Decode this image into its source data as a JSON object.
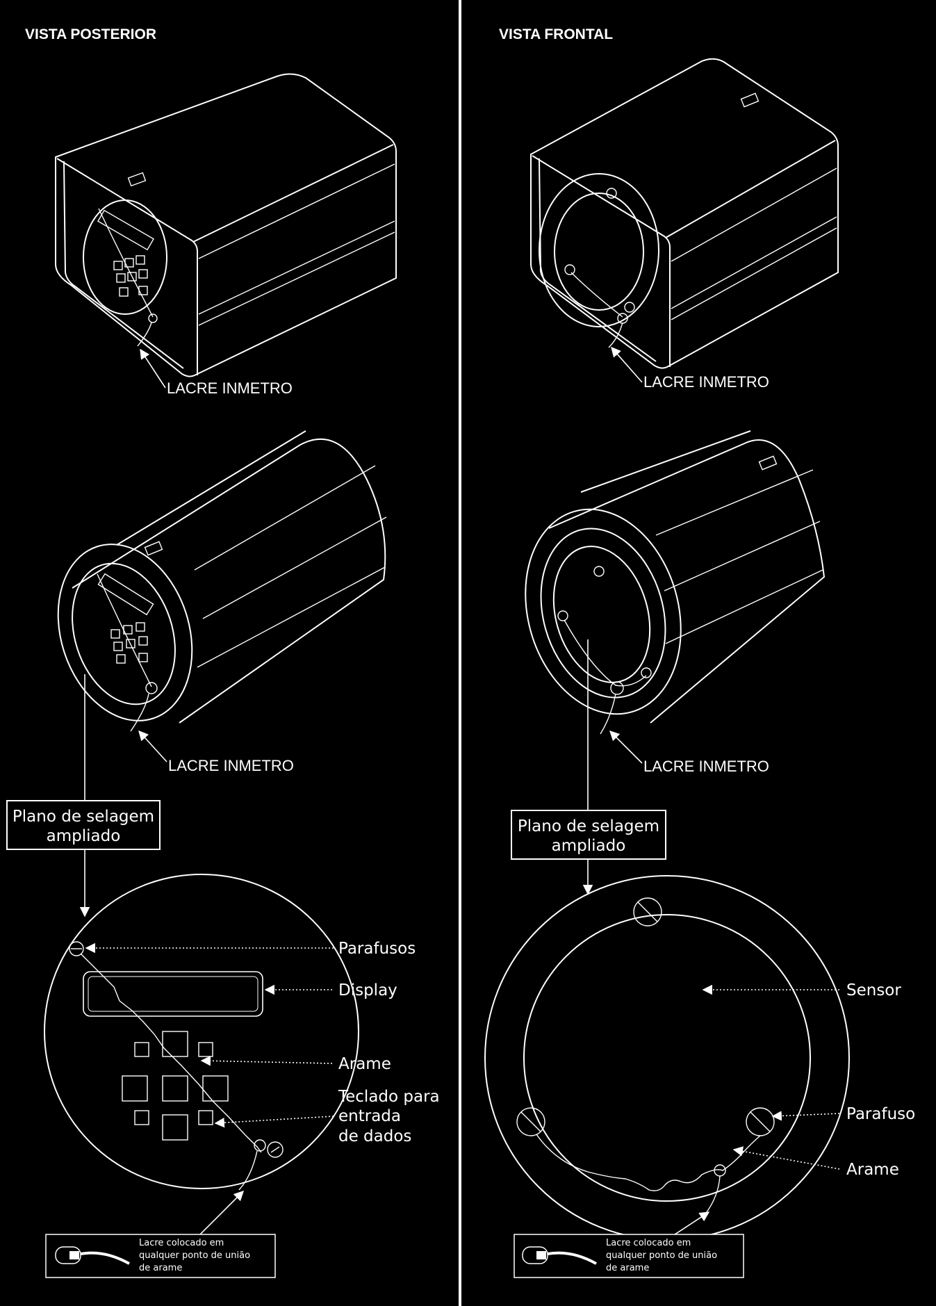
{
  "colors": {
    "background": "#000000",
    "line": "#ffffff"
  },
  "panels": {
    "left": {
      "title": "VISTA POSTERIOR",
      "seal_label_top": "LACRE INMETRO",
      "seal_label_mid": "LACRE INMETRO",
      "plane_box_line1": "Plano de selagem",
      "plane_box_line2": "ampliado",
      "labels": {
        "screws": "Parafusos",
        "display": "Display",
        "wire": "Arame",
        "keypad_line1": "Teclado para",
        "keypad_line2": "entrada",
        "keypad_line3": "de dados"
      },
      "note_line1": "Lacre colocado em",
      "note_line2": "qualquer ponto de união",
      "note_line3": "de arame"
    },
    "right": {
      "title": "VISTA FRONTAL",
      "seal_label_top": "LACRE INMETRO",
      "seal_label_mid": "LACRE INMETRO",
      "plane_box_line1": "Plano de selagem",
      "plane_box_line2": "ampliado",
      "labels": {
        "sensor": "Sensor",
        "screw": "Parafuso",
        "wire": "Arame"
      },
      "note_line1": "Lacre colocado em",
      "note_line2": "qualquer ponto de união",
      "note_line3": "de arame"
    }
  }
}
